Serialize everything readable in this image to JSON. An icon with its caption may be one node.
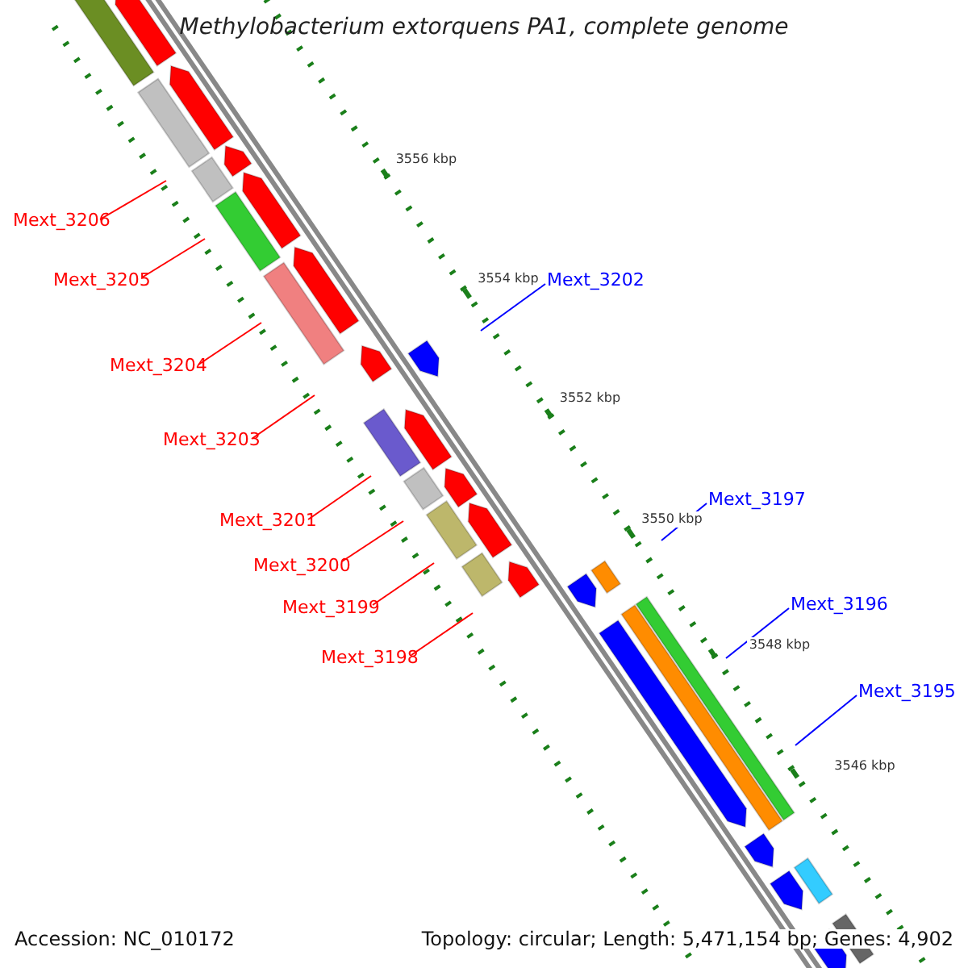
{
  "diagram": {
    "title": "Methylobacterium extorquens PA1, complete genome",
    "nodes": [
      {
        "text": [
          "Mext_3206"
        ]
      },
      {
        "text": [
          "Mext_3205"
        ]
      },
      {
        "text": [
          "Mext_3202"
        ]
      },
      {
        "text": [
          "Mext_3204"
        ]
      },
      {
        "text": [
          "Mext_3203"
        ]
      },
      {
        "text": [
          "Mext_3197"
        ]
      },
      {
        "text": [
          "Mext_3201"
        ]
      },
      {
        "text": [
          "Mext_3200"
        ]
      },
      {
        "text": [
          "Mext_3196"
        ]
      },
      {
        "text": [
          "Mext_3199"
        ]
      },
      {
        "text": [
          "Mext_3198"
        ]
      },
      {
        "text": [
          "Mext_3195"
        ]
      }
    ],
    "edges": [
      {
        "from": 0,
        "to": null,
        "arrow": "none"
      },
      {
        "from": 1,
        "to": null,
        "arrow": "none"
      },
      {
        "from": 2,
        "to": null,
        "arrow": "none",
        "color": "#0000ff"
      },
      {
        "from": 3,
        "to": null,
        "arrow": "none"
      },
      {
        "from": 4,
        "to": null,
        "arrow": "none"
      },
      {
        "from": 5,
        "to": null,
        "arrow": "none",
        "color": "#0000ff"
      },
      {
        "from": 6,
        "to": null,
        "arrow": "none"
      },
      {
        "from": 7,
        "to": null,
        "arrow": "none"
      },
      {
        "from": 8,
        "to": null,
        "arrow": "none",
        "color": "#0000ff"
      },
      {
        "from": 9,
        "to": null,
        "arrow": "none"
      },
      {
        "from": 10,
        "to": null,
        "arrow": "none"
      },
      {
        "from": 11,
        "to": null,
        "arrow": "none",
        "color": "#0000ff"
      }
    ],
    "labels": [
      "3556 kbp",
      "3554 kbp",
      "3552 kbp",
      "3550 kbp",
      "3548 kbp",
      "3546 kbp",
      "Accession: NC_010172",
      "Topology: circular; Length: 5,471,154 bp; Genes: 4,902"
    ]
  }
}
